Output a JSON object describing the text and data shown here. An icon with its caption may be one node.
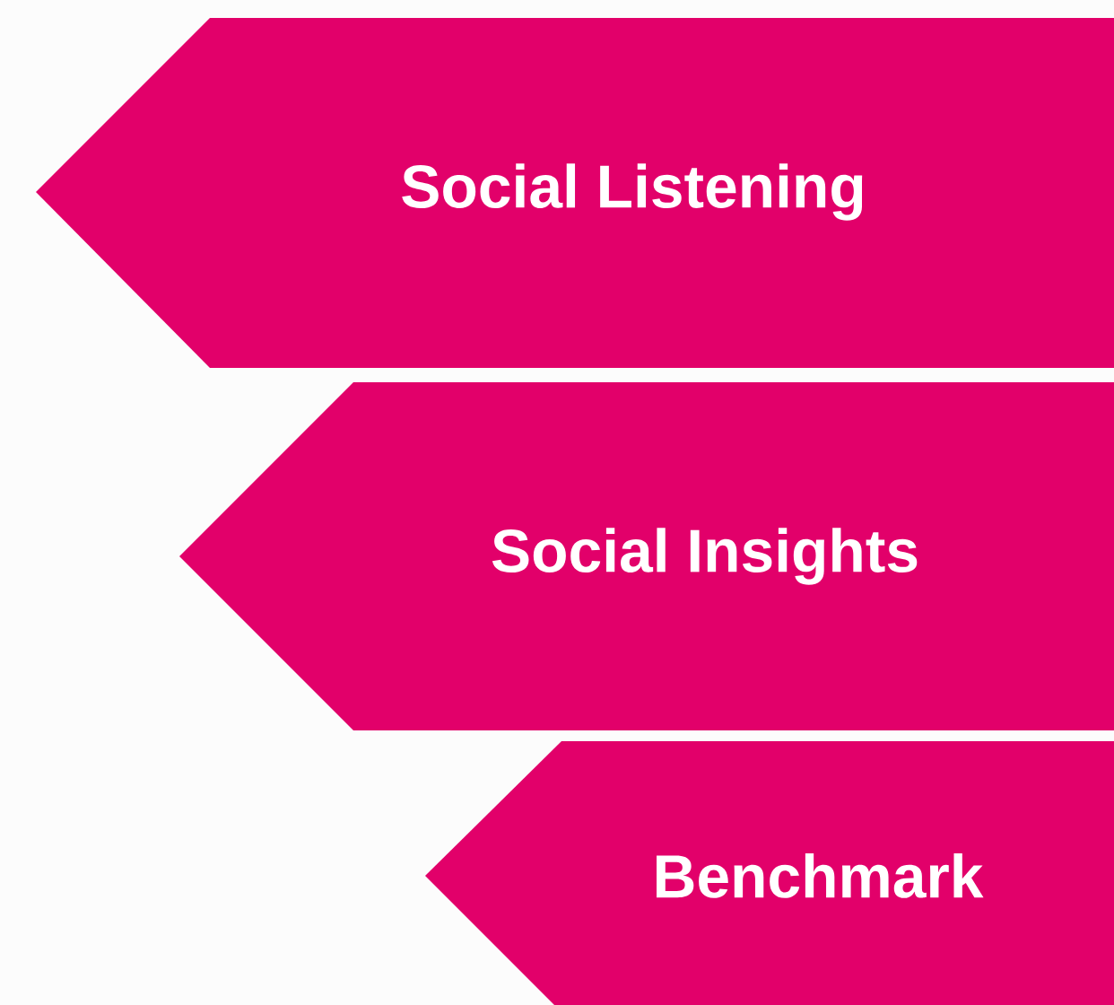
{
  "diagram": {
    "nodes": [
      {
        "text": [
          "Social Listening"
        ]
      },
      {
        "text": [
          "Social Insights"
        ]
      },
      {
        "text": [
          "Benchmark"
        ]
      }
    ]
  }
}
